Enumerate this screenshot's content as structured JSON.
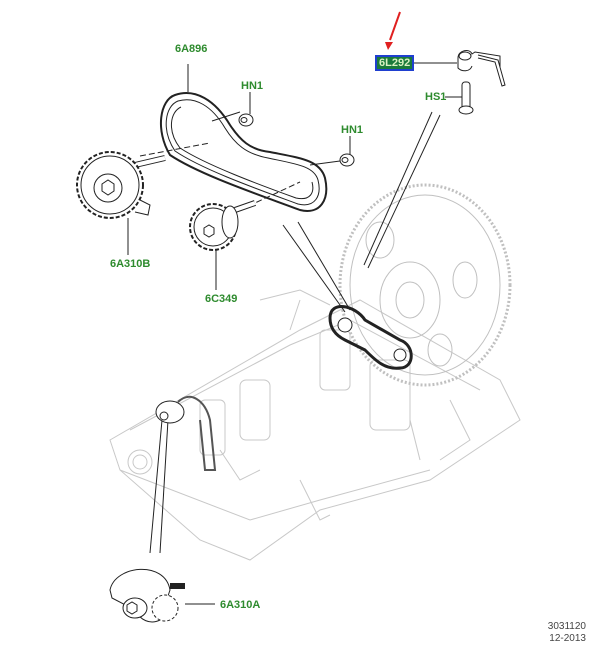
{
  "diagram": {
    "title": "Timing belt / auxiliary drive exploded view",
    "callouts": {
      "belt": "6A896",
      "hn1_top": "HN1",
      "hn1_right": "HN1",
      "part_selected": "6L292",
      "hs1": "HS1",
      "sprocket_b": "6A310B",
      "sprocket_c": "6C349",
      "sprocket_a": "6A310A"
    },
    "selected_callout": "6L292",
    "colors": {
      "label": "#2e8b2e",
      "selection_fill": "#1a7a3a",
      "selection_border": "#1f3fcf",
      "arrow": "#e02020",
      "line": "#222222",
      "ghost": "#c8c8c8"
    },
    "footer": {
      "illustration_number": "3031120",
      "date": "12-2013"
    }
  }
}
